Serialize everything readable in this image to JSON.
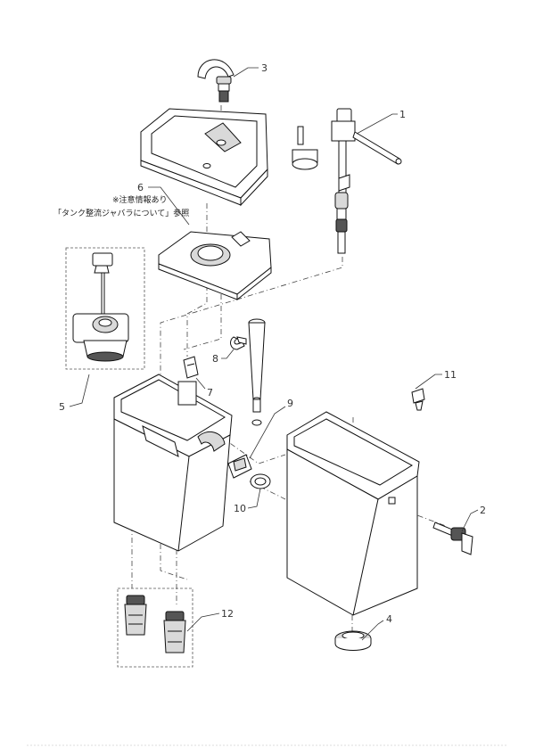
{
  "note": {
    "line1": "※注意情報あり",
    "line2": "「タンク整流ジャバラについて」参照"
  },
  "callouts": [
    {
      "key": "c1",
      "label": "1"
    },
    {
      "key": "c2",
      "label": "2"
    },
    {
      "key": "c3",
      "label": "3"
    },
    {
      "key": "c4",
      "label": "4"
    },
    {
      "key": "c5",
      "label": "5"
    },
    {
      "key": "c6",
      "label": "6"
    },
    {
      "key": "c7",
      "label": "7"
    },
    {
      "key": "c8",
      "label": "8"
    },
    {
      "key": "c9",
      "label": "9"
    },
    {
      "key": "c10",
      "label": "10"
    },
    {
      "key": "c11",
      "label": "11"
    },
    {
      "key": "c12",
      "label": "12"
    }
  ]
}
